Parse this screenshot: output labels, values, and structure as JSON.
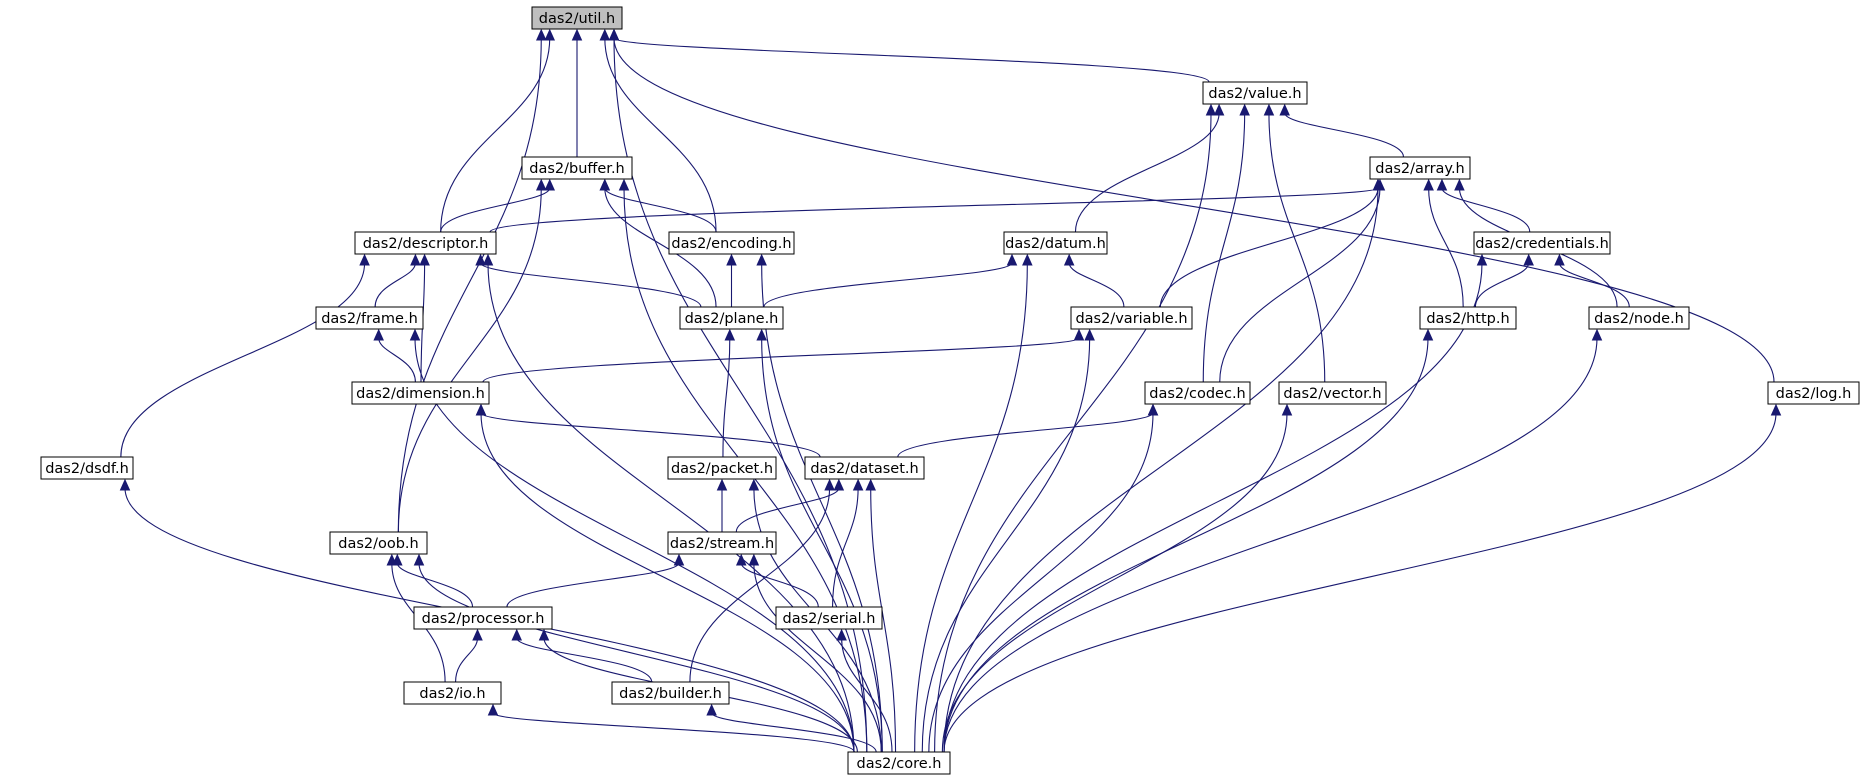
{
  "diagram": {
    "type": "include-dependency-graph",
    "root": "util",
    "colors": {
      "edge": "#191970",
      "root_fill": "#bfbfbf",
      "node_fill": "#ffffff",
      "border": "#000000"
    },
    "nodes": [
      {
        "id": "util",
        "label": "das2/util.h"
      },
      {
        "id": "value",
        "label": "das2/value.h"
      },
      {
        "id": "buffer",
        "label": "das2/buffer.h"
      },
      {
        "id": "array",
        "label": "das2/array.h"
      },
      {
        "id": "descriptor",
        "label": "das2/descriptor.h"
      },
      {
        "id": "encoding",
        "label": "das2/encoding.h"
      },
      {
        "id": "datum",
        "label": "das2/datum.h"
      },
      {
        "id": "credentials",
        "label": "das2/credentials.h"
      },
      {
        "id": "frame",
        "label": "das2/frame.h"
      },
      {
        "id": "plane",
        "label": "das2/plane.h"
      },
      {
        "id": "variable",
        "label": "das2/variable.h"
      },
      {
        "id": "http",
        "label": "das2/http.h"
      },
      {
        "id": "node",
        "label": "das2/node.h"
      },
      {
        "id": "dimension",
        "label": "das2/dimension.h"
      },
      {
        "id": "codec",
        "label": "das2/codec.h"
      },
      {
        "id": "vector",
        "label": "das2/vector.h"
      },
      {
        "id": "log",
        "label": "das2/log.h"
      },
      {
        "id": "dsdf",
        "label": "das2/dsdf.h"
      },
      {
        "id": "packet",
        "label": "das2/packet.h"
      },
      {
        "id": "dataset",
        "label": "das2/dataset.h"
      },
      {
        "id": "oob",
        "label": "das2/oob.h"
      },
      {
        "id": "stream",
        "label": "das2/stream.h"
      },
      {
        "id": "processor",
        "label": "das2/processor.h"
      },
      {
        "id": "serial",
        "label": "das2/serial.h"
      },
      {
        "id": "io",
        "label": "das2/io.h"
      },
      {
        "id": "builder",
        "label": "das2/builder.h"
      },
      {
        "id": "core",
        "label": "das2/core.h"
      }
    ],
    "edges": [
      [
        "util",
        "value"
      ],
      [
        "util",
        "buffer"
      ],
      [
        "util",
        "descriptor"
      ],
      [
        "util",
        "encoding"
      ],
      [
        "util",
        "oob"
      ],
      [
        "util",
        "core"
      ],
      [
        "util",
        "log"
      ],
      [
        "value",
        "array"
      ],
      [
        "value",
        "datum"
      ],
      [
        "value",
        "codec"
      ],
      [
        "value",
        "vector"
      ],
      [
        "value",
        "core"
      ],
      [
        "buffer",
        "descriptor"
      ],
      [
        "buffer",
        "encoding"
      ],
      [
        "buffer",
        "plane"
      ],
      [
        "buffer",
        "oob"
      ],
      [
        "buffer",
        "core"
      ],
      [
        "array",
        "descriptor"
      ],
      [
        "array",
        "variable"
      ],
      [
        "array",
        "codec"
      ],
      [
        "array",
        "credentials"
      ],
      [
        "array",
        "http"
      ],
      [
        "array",
        "node"
      ],
      [
        "array",
        "core"
      ],
      [
        "descriptor",
        "frame"
      ],
      [
        "descriptor",
        "dimension"
      ],
      [
        "descriptor",
        "plane"
      ],
      [
        "descriptor",
        "dsdf"
      ],
      [
        "descriptor",
        "core"
      ],
      [
        "encoding",
        "plane"
      ],
      [
        "encoding",
        "core"
      ],
      [
        "datum",
        "plane"
      ],
      [
        "datum",
        "variable"
      ],
      [
        "datum",
        "core"
      ],
      [
        "credentials",
        "http"
      ],
      [
        "credentials",
        "node"
      ],
      [
        "credentials",
        "core"
      ],
      [
        "frame",
        "dimension"
      ],
      [
        "frame",
        "core"
      ],
      [
        "plane",
        "packet"
      ],
      [
        "plane",
        "core"
      ],
      [
        "variable",
        "dimension"
      ],
      [
        "variable",
        "core"
      ],
      [
        "http",
        "core"
      ],
      [
        "node",
        "core"
      ],
      [
        "dimension",
        "dataset"
      ],
      [
        "dimension",
        "core"
      ],
      [
        "codec",
        "dataset"
      ],
      [
        "codec",
        "core"
      ],
      [
        "vector",
        "core"
      ],
      [
        "log",
        "core"
      ],
      [
        "dsdf",
        "core"
      ],
      [
        "packet",
        "stream"
      ],
      [
        "packet",
        "core"
      ],
      [
        "dataset",
        "stream"
      ],
      [
        "dataset",
        "serial"
      ],
      [
        "dataset",
        "builder"
      ],
      [
        "dataset",
        "core"
      ],
      [
        "oob",
        "processor"
      ],
      [
        "oob",
        "io"
      ],
      [
        "oob",
        "core"
      ],
      [
        "stream",
        "processor"
      ],
      [
        "stream",
        "serial"
      ],
      [
        "stream",
        "core"
      ],
      [
        "processor",
        "io"
      ],
      [
        "processor",
        "builder"
      ],
      [
        "processor",
        "core"
      ],
      [
        "serial",
        "core"
      ],
      [
        "io",
        "core"
      ],
      [
        "builder",
        "core"
      ]
    ]
  }
}
